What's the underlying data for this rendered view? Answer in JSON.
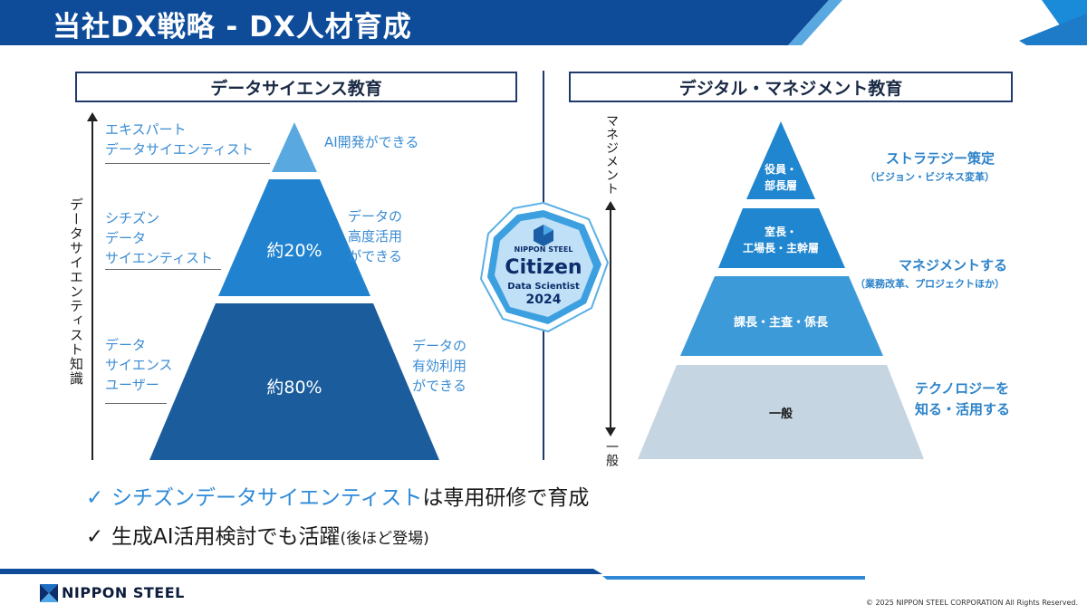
{
  "header": {
    "title": "当社DX戦略 - DX人材育成"
  },
  "left": {
    "section_title": "データサイエンス教育",
    "axis_label": "データサイエンティスト知識",
    "tiers": [
      {
        "label_lines": [
          "エキスパート",
          "データサイエンティスト"
        ],
        "caption_lines": [
          "AI開発ができる"
        ],
        "pyramid_text": ""
      },
      {
        "label_lines": [
          "シチズン",
          "データ",
          "サイエンティスト"
        ],
        "caption_lines": [
          "データの",
          "高度活用",
          "ができる"
        ],
        "pyramid_text": "約20%"
      },
      {
        "label_lines": [
          "データ",
          "サイエンス",
          "ユーザー"
        ],
        "caption_lines": [
          "データの",
          "有効利用",
          "ができる"
        ],
        "pyramid_text": "約80%"
      }
    ]
  },
  "badge": {
    "brand": "NIPPON STEEL",
    "title": "Citizen",
    "subtitle": "Data Scientist",
    "year": "2024"
  },
  "right": {
    "section_title": "デジタル・マネジメント教育",
    "axis_top": "マネジメント",
    "axis_bottom": "一般",
    "tiers": [
      {
        "pyramid_lines": [
          "役員・",
          "部長層"
        ],
        "caption_main": "ストラテジー策定",
        "caption_sub": "（ビジョン・ビジネス変革）"
      },
      {
        "pyramid_lines": [
          "室長・",
          "工場長・主幹層"
        ],
        "caption_main": "マネジメントする",
        "caption_sub": "（業務改革、プロジェクトほか）"
      },
      {
        "pyramid_lines": [
          "課長・主査・係長"
        ],
        "caption_main": "",
        "caption_sub": ""
      },
      {
        "pyramid_lines": [
          "一般"
        ],
        "caption_main": "テクノロジーを",
        "caption_sub": "知る・活用する"
      }
    ]
  },
  "bullets": [
    {
      "check": "✓",
      "highlight": "シチズンデータサイエンティスト",
      "rest": "は専用研修で育成",
      "note": ""
    },
    {
      "check": "✓",
      "highlight": "",
      "rest": "生成AI活用検討でも活躍",
      "note": "(後ほど登場)"
    }
  ],
  "footer": {
    "logo": "NIPPON STEEL",
    "copyright": "© 2025 NIPPON STEEL CORPORATION All Rights Reserved."
  },
  "colors": {
    "navy": "#0d2d6b",
    "title_bar": "#0e4c9a",
    "light_blue": "#3d9ad9",
    "mid_blue": "#1f86cf",
    "dark_blue": "#1a5c9c",
    "pale": "#c5d5e2",
    "text_blue": "#2e8ad8"
  }
}
